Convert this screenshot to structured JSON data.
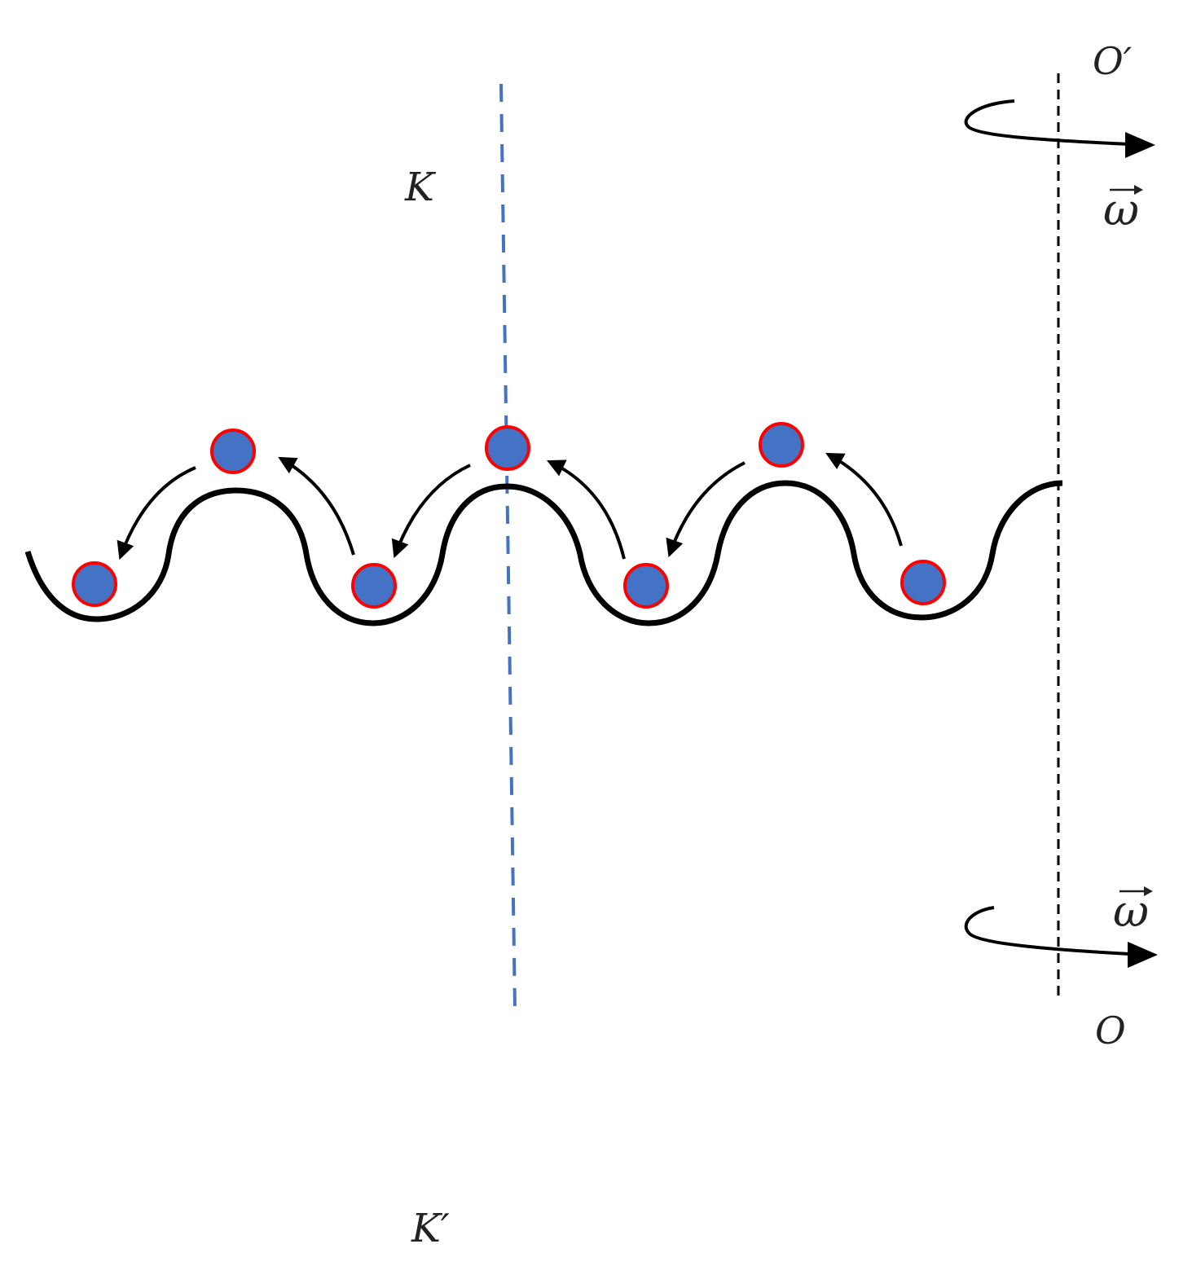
{
  "labels": {
    "axis_top": "O′",
    "axis_bottom": "O",
    "line_top": "K",
    "line_bottom": "K′",
    "omega_top": "ω",
    "omega_bottom": "ω"
  },
  "colors": {
    "ink": "#000000",
    "guide_line": "#4472C4",
    "ball_fill": "#4472C4",
    "ball_stroke": "#FF0000"
  },
  "balls": {
    "crest_count": 3,
    "trough_count": 4
  }
}
